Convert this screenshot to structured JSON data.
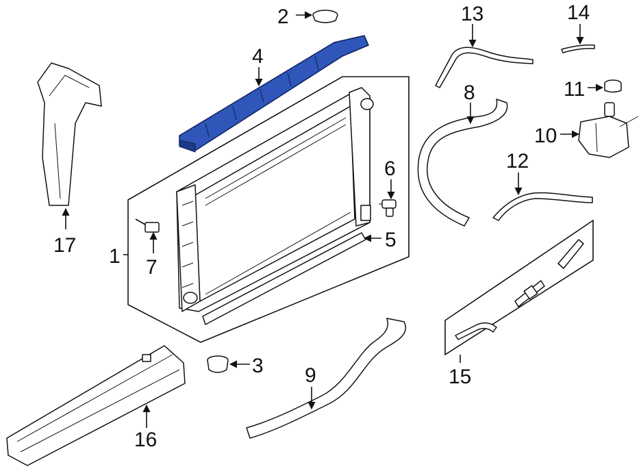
{
  "callouts": [
    "1",
    "2",
    "3",
    "4",
    "5",
    "6",
    "7",
    "8",
    "9",
    "10",
    "11",
    "12",
    "13",
    "14",
    "15",
    "16",
    "17"
  ],
  "colors": {
    "highlight": "#2f56b8",
    "highlight_dark": "#1d3a8a",
    "ink": "#111111",
    "background": "#ffffff"
  }
}
